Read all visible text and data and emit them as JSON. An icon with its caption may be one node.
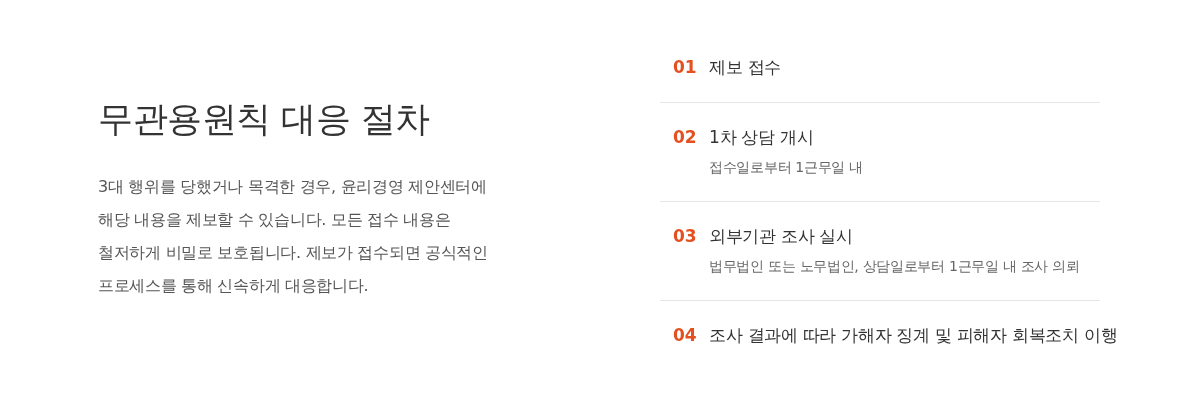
{
  "diagram": {
    "title": "무관용원칙 대응 절차",
    "nodes": [
      {
        "text": [
          "01",
          "제보 접수"
        ]
      },
      {
        "text": [
          "02",
          "1차 상담 개시",
          "접수일로부터 1근무일 내"
        ]
      },
      {
        "text": [
          "03",
          "외부기관 조사 실시",
          "법무법인 또는 노무법인, 상담일로부터 1근무일 내 조사 의뢰"
        ]
      },
      {
        "text": [
          "04",
          "조사 결과에 따라 가해자 징계 및 피해자 회복조치 이행"
        ]
      }
    ],
    "edges": [],
    "labels": [
      "3대 행위를 당했거나 목격한 경우, 윤리경영 제안센터에 해당 내용을 제보할 수 있습니다. 모든 접수 내용은 철저하게 비밀로 보호됩니다. 제보가 접수되면 공식적인 프로세스를 통해 신속하게 대응합니다."
    ]
  }
}
